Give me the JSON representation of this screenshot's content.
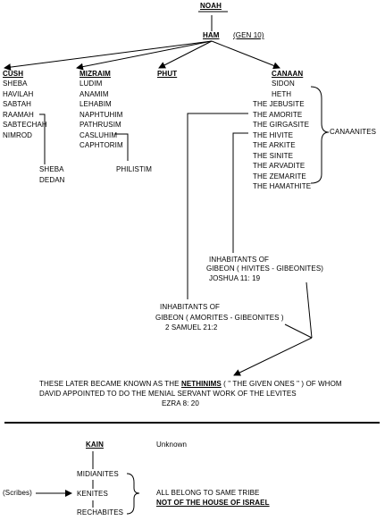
{
  "noah": "NOAH",
  "ham": "HAM",
  "ham_ref": "(GEN 10)",
  "cush": {
    "title": "CUSH",
    "children": [
      "SHEBA",
      "HAVILAH",
      "SABTAH",
      "RAAMAH",
      "SABTECHAH",
      "NIMROD"
    ],
    "raamah_children": [
      "SHEBA",
      "DEDAN"
    ]
  },
  "mizraim": {
    "title": "MIZRAIM",
    "children": [
      "LUDIM",
      "ANAMIM",
      "LEHABIM",
      "NAPHTUHIM",
      "PATHRUSIM",
      "CASLUHIM",
      "CAPHTORIM"
    ],
    "casluhim_child": "PHILISTIM"
  },
  "phut": {
    "title": "PHUT"
  },
  "canaan": {
    "title": "CANAAN",
    "children": [
      "SIDON",
      "HETH",
      "THE  JEBUSITE",
      "THE  AMORITE",
      "THE  GIRGASITE",
      "THE  HIVITE",
      "THE  ARKITE",
      "THE  SINITE",
      "THE  ARVADITE",
      "THE  ZEMARITE",
      "THE  HAMATHITE"
    ],
    "group_label": "CANAANITES"
  },
  "gibeon_hivites": [
    "INHABITANTS OF",
    "GIBEON  ( HIVITES - GIBEONITES)",
    "JOSHUA 11: 19"
  ],
  "gibeon_amorites": [
    "INHABITANTS OF",
    "GIBEON  ( AMORITES - GIBEONITES )",
    "2 SAMUEL 21:2"
  ],
  "nethinims": {
    "pre": "THESE LATER BECAME KNOWN AS THE ",
    "term": "NETHINIMS",
    "post": " ( \" THE GIVEN ONES \" ) OF WHOM",
    "line2": "DAVID APPOINTED TO DO THE MENIAL SERVANT WORK OF THE LEVITES",
    "ref": "EZRA 8: 20"
  },
  "kain": {
    "title": "KAIN",
    "unknown": "Unknown",
    "children": [
      "MIDIANITES",
      "KENITES",
      "RECHABITES"
    ],
    "scribes": "(Scribes)",
    "tribe_line1": "ALL BELONG TO SAME  TRIBE",
    "tribe_line2": "NOT OF THE HOUSE OF ISRAEL"
  }
}
